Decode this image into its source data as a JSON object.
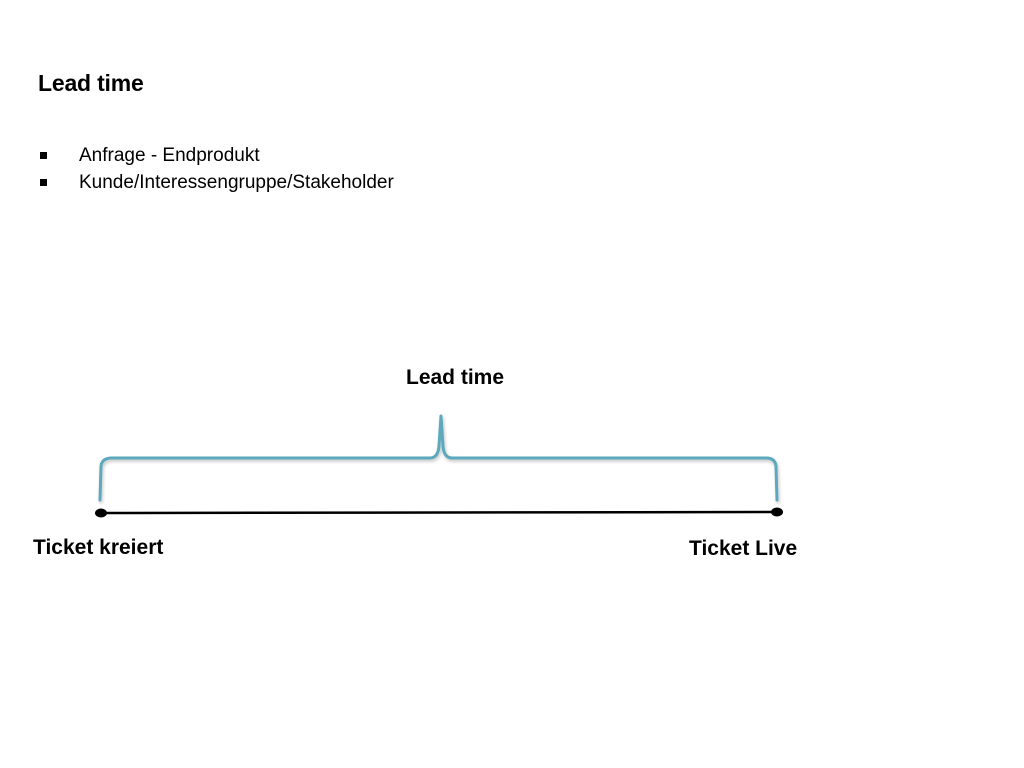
{
  "slide": {
    "title": "Lead time",
    "bullets": [
      "Anfrage - Endprodukt",
      "Kunde/Interessengruppe/Stakeholder"
    ]
  },
  "diagram": {
    "span_label": "Lead time",
    "start_label": "Ticket kreiert",
    "end_label": "Ticket Live",
    "colors": {
      "brace": "#5ba8bd",
      "timeline": "#000000",
      "text": "#000000"
    }
  }
}
